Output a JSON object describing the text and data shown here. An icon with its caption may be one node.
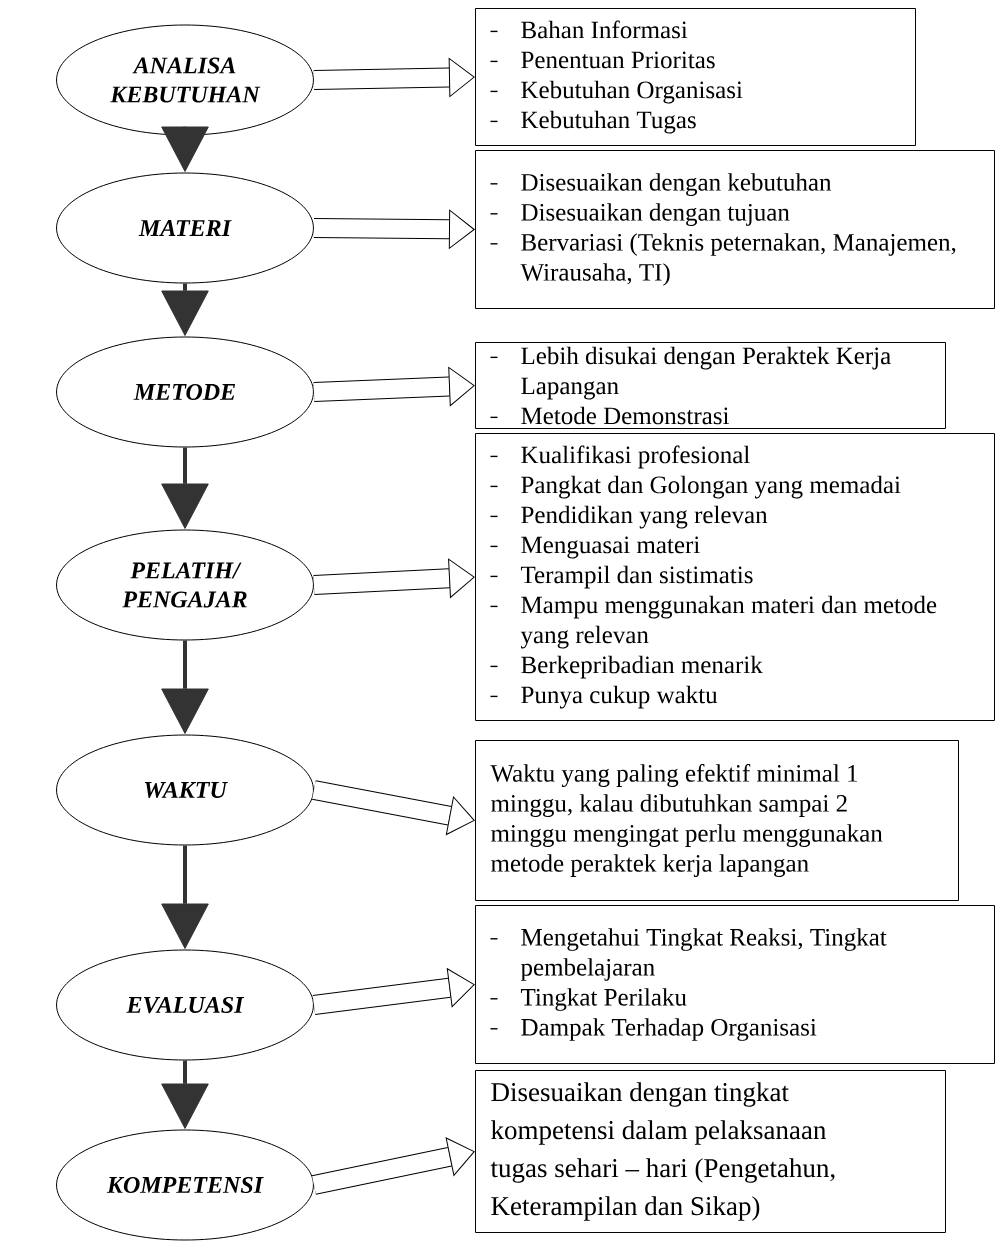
{
  "diagram": {
    "nodes": [
      {
        "text": [
          "ANALISA KEBUTUHAN"
        ]
      },
      {
        "text": [
          "MATERI"
        ]
      },
      {
        "text": [
          "METODE"
        ]
      },
      {
        "text": [
          "PELATIH/ PENGAJAR"
        ]
      },
      {
        "text": [
          "WAKTU"
        ]
      },
      {
        "text": [
          "EVALUASI"
        ]
      },
      {
        "text": [
          "KOMPETENSI"
        ]
      },
      {
        "text": [
          "Bahan Informasi",
          "Penentuan Prioritas",
          "Kebutuhan Organisasi",
          "Kebutuhan Tugas"
        ]
      },
      {
        "text": [
          "Disesuaikan dengan kebutuhan",
          "Disesuaikan dengan tujuan",
          "Bervariasi (Teknis peternakan, Manajemen, Wirausaha, TI)"
        ]
      },
      {
        "text": [
          "Lebih disukai dengan Peraktek Kerja Lapangan",
          "Metode Demonstrasi"
        ]
      },
      {
        "text": [
          "Kualifikasi profesional",
          "Pangkat dan Golongan yang memadai",
          "Pendidikan yang relevan",
          "Menguasai materi",
          "Terampil dan sistimatis",
          "Mampu menggunakan materi dan metode yang relevan",
          "Berkepribadian menarik",
          "Punya cukup waktu"
        ]
      },
      {
        "text": [
          "Waktu yang paling efektif minimal 1 minggu, kalau dibutuhkan sampai 2 minggu mengingat perlu menggunakan metode peraktek kerja lapangan"
        ]
      },
      {
        "text": [
          "Mengetahui Tingkat Reaksi, Tingkat pembelajaran",
          "Tingkat Perilaku",
          "Dampak Terhadap Organisasi"
        ]
      },
      {
        "text": [
          "Disesuaikan dengan tingkat kompetensi dalam pelaksanaan tugas sehari – hari (Pengetahun, Keterampilan dan Sikap)"
        ]
      }
    ],
    "edges": [
      {
        "from": 0,
        "to": 7,
        "arrow": "to"
      },
      {
        "from": 0,
        "to": 1,
        "arrow": "to"
      },
      {
        "from": 1,
        "to": 8,
        "arrow": "to"
      },
      {
        "from": 1,
        "to": 2,
        "arrow": "to"
      },
      {
        "from": 2,
        "to": 9,
        "arrow": "to"
      },
      {
        "from": 2,
        "to": 3,
        "arrow": "to"
      },
      {
        "from": 3,
        "to": 10,
        "arrow": "to"
      },
      {
        "from": 3,
        "to": 4,
        "arrow": "to"
      },
      {
        "from": 4,
        "to": 11,
        "arrow": "to"
      },
      {
        "from": 4,
        "to": 5,
        "arrow": "to"
      },
      {
        "from": 5,
        "to": 12,
        "arrow": "to"
      },
      {
        "from": 5,
        "to": 6,
        "arrow": "to"
      },
      {
        "from": 6,
        "to": 13,
        "arrow": "to"
      }
    ]
  }
}
